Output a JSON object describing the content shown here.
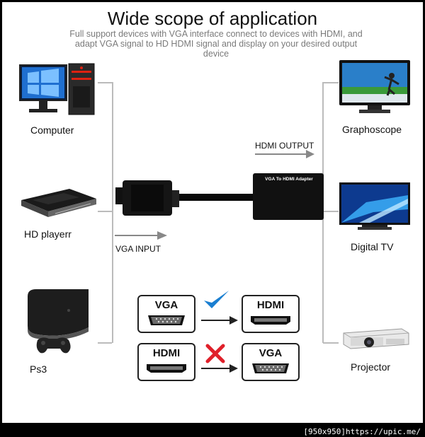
{
  "title": "Wide scope of application",
  "subtitle": "Full support devices with VGA interface connect to devices with HDMI, and adapt VGA signal to HD HDMI signal and display on your desired output device",
  "left_devices": [
    {
      "label": "Computer",
      "icon": "desktop-computer-icon"
    },
    {
      "label": "HD playerr",
      "icon": "hd-player-icon"
    },
    {
      "label": "Ps3",
      "icon": "ps3-console-icon"
    }
  ],
  "right_devices": [
    {
      "label": "Graphoscope",
      "icon": "monitor-icon"
    },
    {
      "label": "Digital  TV",
      "icon": "tv-icon"
    },
    {
      "label": "Projector",
      "icon": "projector-icon"
    }
  ],
  "hdmi_output_label": "HDMI OUTPUT",
  "vga_input_label": "VGA INPUT",
  "adapter_label": "VGA To HDMI Adapter",
  "compat": {
    "row1": {
      "from": "VGA",
      "to": "HDMI",
      "status": "check-icon"
    },
    "row2": {
      "from": "HDMI",
      "to": "VGA",
      "status": "cross-icon"
    }
  },
  "colors": {
    "check": "#1a7fd1",
    "cross": "#e0202a",
    "line": "#bbbbbb"
  },
  "footer": "[950x950]https://upic.me/"
}
